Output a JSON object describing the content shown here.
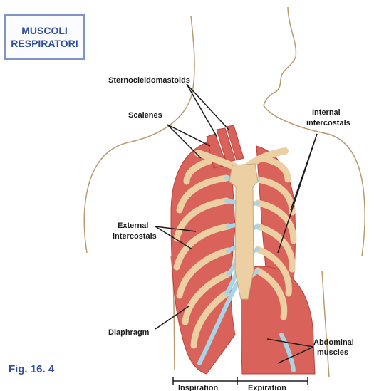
{
  "title": {
    "line1": "MUSCOLI",
    "line2": "RESPIRATORI"
  },
  "figure_label": "Fig. 16. 4",
  "labels": {
    "sternocleidomastoids": "Sternocleidomastoids",
    "scalenes": "Scalenes",
    "internal_intercostals_1": "Internal",
    "internal_intercostals_2": "intercostals",
    "external_intercostals_1": "External",
    "external_intercostals_2": "intercostals",
    "diaphragm": "Diaphragm",
    "abdominal_muscles_1": "Abdominal",
    "abdominal_muscles_2": "muscles"
  },
  "phases": {
    "inspiration": "Inspiration",
    "expiration": "Expiration"
  },
  "colors": {
    "muscle": "#d9625a",
    "muscle_dark": "#b9443d",
    "bone": "#ecd0a3",
    "cartilage": "#a9d4e4",
    "outline": "#b89a6e",
    "title_text": "#2f4f9e",
    "title_border": "#7f95c6"
  }
}
